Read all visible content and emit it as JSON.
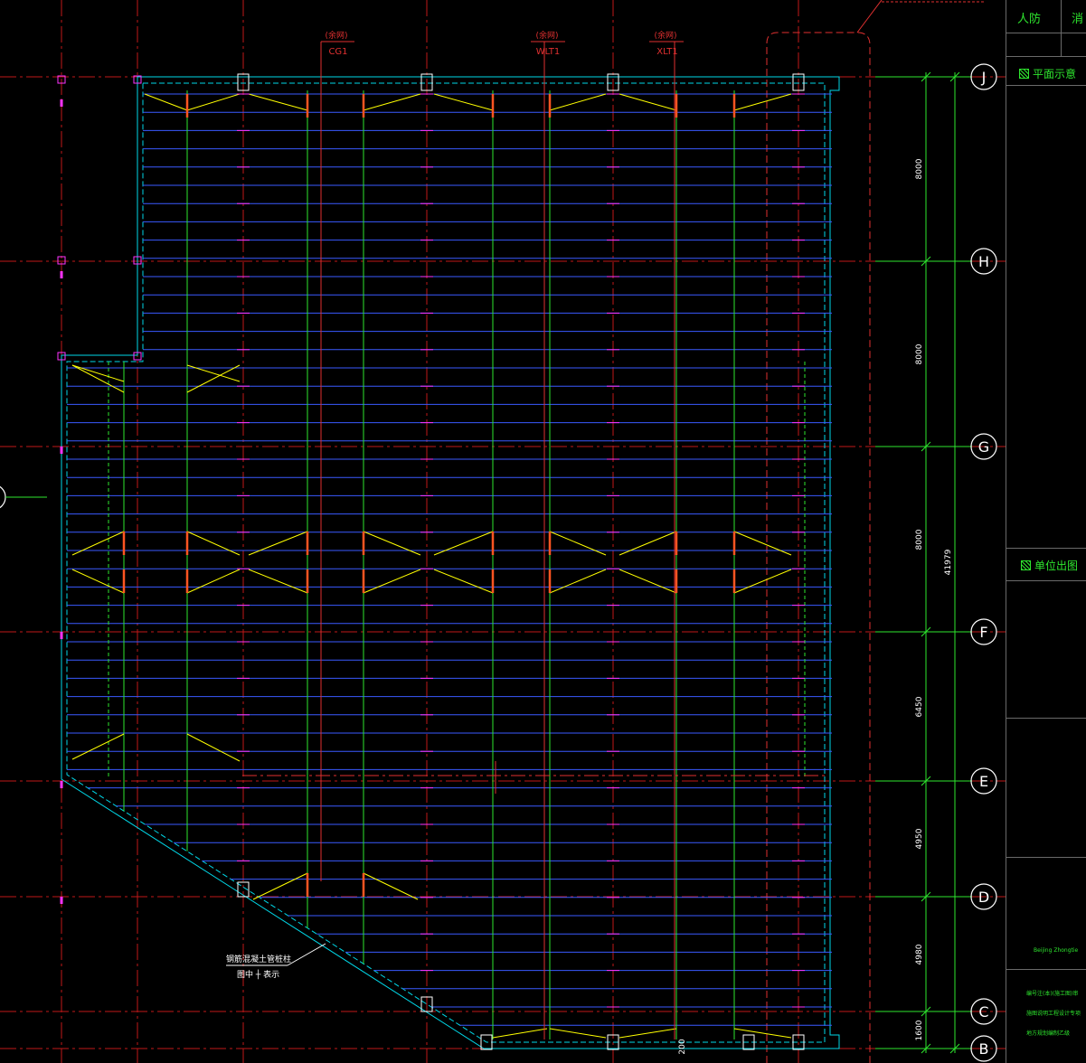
{
  "grid_labels": {
    "J": "J",
    "H": "H",
    "G": "G",
    "F": "F",
    "E": "E",
    "D": "D",
    "C": "C",
    "B": "B"
  },
  "dimensions": {
    "d1": "8000",
    "d2": "8000",
    "d3": "8000",
    "d4": "6450",
    "d5": "4950",
    "d6": "4980",
    "d7": "1600",
    "total": "41979",
    "bottom": "200"
  },
  "pipe_tags": {
    "cg1_top": "(余网)",
    "cg1": "CG1",
    "wlt1_top": "(余网)",
    "wlt1": "WLT1",
    "xlt1_top": "(余网)",
    "xlt1": "XLT1"
  },
  "annotation": {
    "line1": "钢筋混凝土管桩柱",
    "line2": "图中 ┼ 表示"
  },
  "title_block": {
    "col1": "人防",
    "col2": "消",
    "section1": "平面示意",
    "section2": "单位出图",
    "company_en": "Beijing Zhongtie",
    "note1": "编号注(本)(施工图)审",
    "note2": "施图说明工程设计专项",
    "note3": "地方规划编制乙级"
  },
  "colors": {
    "grid_axis": "#e03030",
    "rebar_h": "#3a5aff",
    "rebar_v": "#2ee62e",
    "support": "#ffff00",
    "boundary": "#00d8e8",
    "post": "#ff33ff",
    "dim": "#2ee62e"
  }
}
